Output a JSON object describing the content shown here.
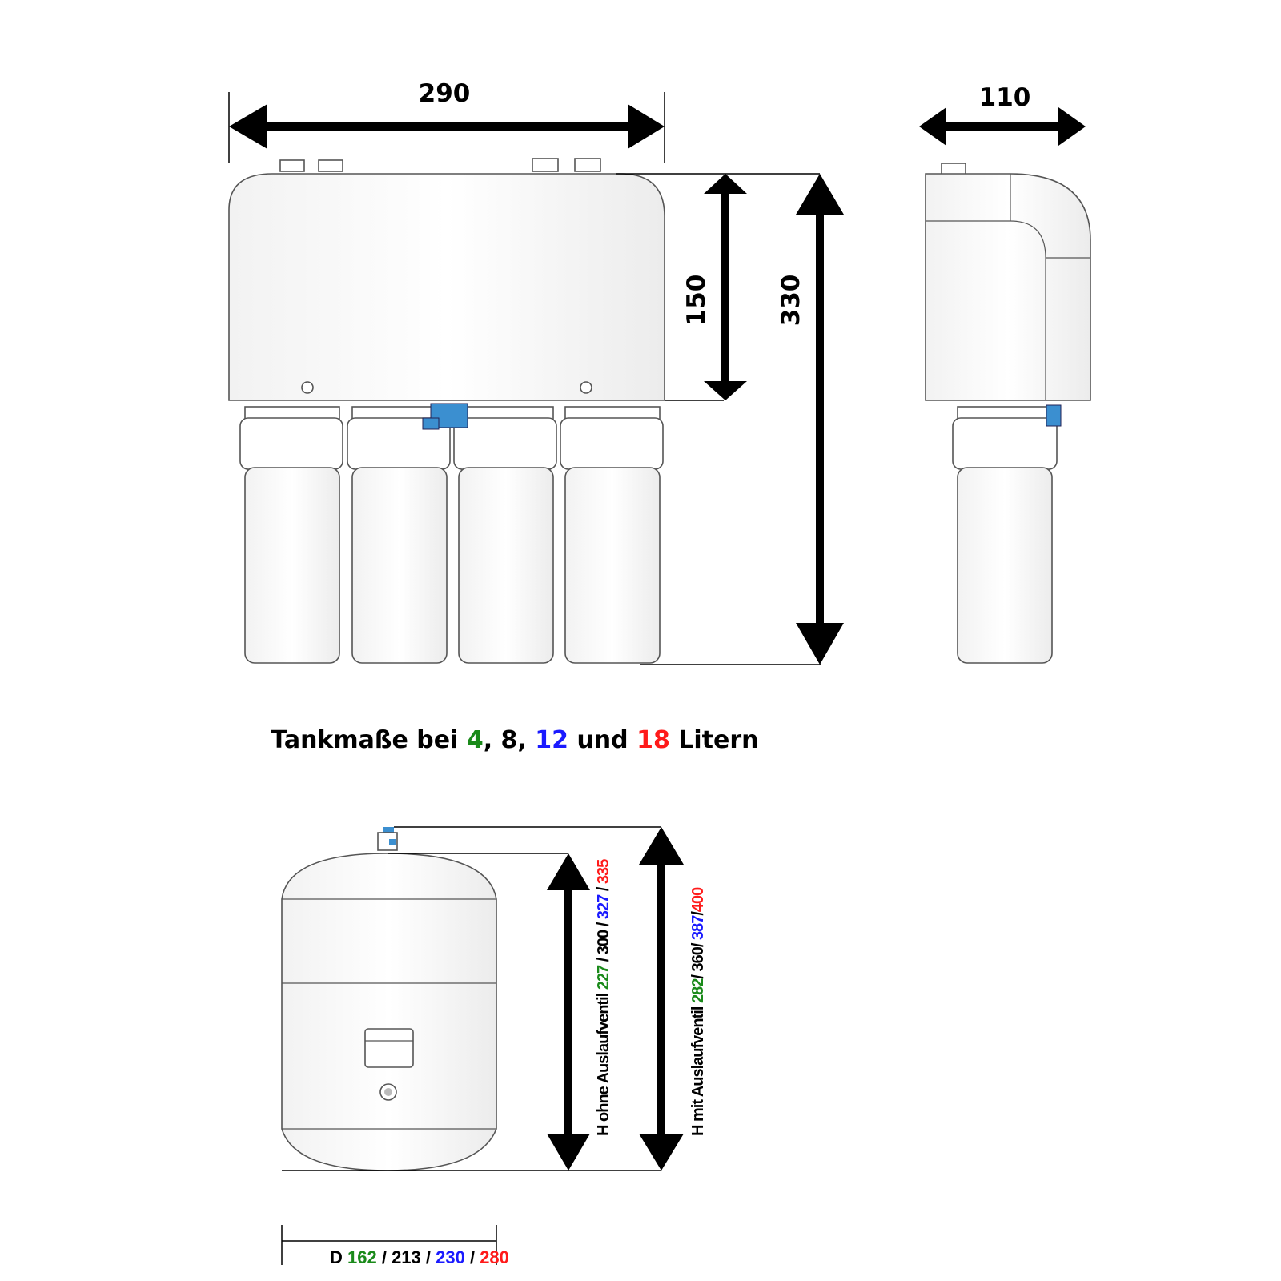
{
  "colors": {
    "green": "#1a8a1a",
    "black": "#000000",
    "blue": "#1a1aff",
    "red": "#ff1a1a",
    "valve_blue": "#3b8fd0"
  },
  "unit_dims": {
    "width": "290",
    "depth": "110",
    "head_height": "150",
    "total_height": "330"
  },
  "heading": {
    "prefix": "Tankmaße bei ",
    "v4": "4",
    "sep1": ", 8, ",
    "v12": "12",
    "mid": " und ",
    "v18": "18",
    "suffix": " Litern"
  },
  "tank": {
    "h_without": {
      "label": "H ohne Auslaufventil ",
      "v1": "227",
      "s1": " / 300 / ",
      "v3": "327",
      "s2": " / ",
      "v4": "335"
    },
    "h_with": {
      "label": "H mit Auslaufventil ",
      "v1": "282",
      "s1": "/ 360/ ",
      "v3": "387",
      "s2": "/",
      "v4": "400"
    },
    "diameter": {
      "label": "D ",
      "v1": "162",
      "s1": " / 213 / ",
      "v3": "230",
      "s2": " / ",
      "v4": "280"
    }
  }
}
